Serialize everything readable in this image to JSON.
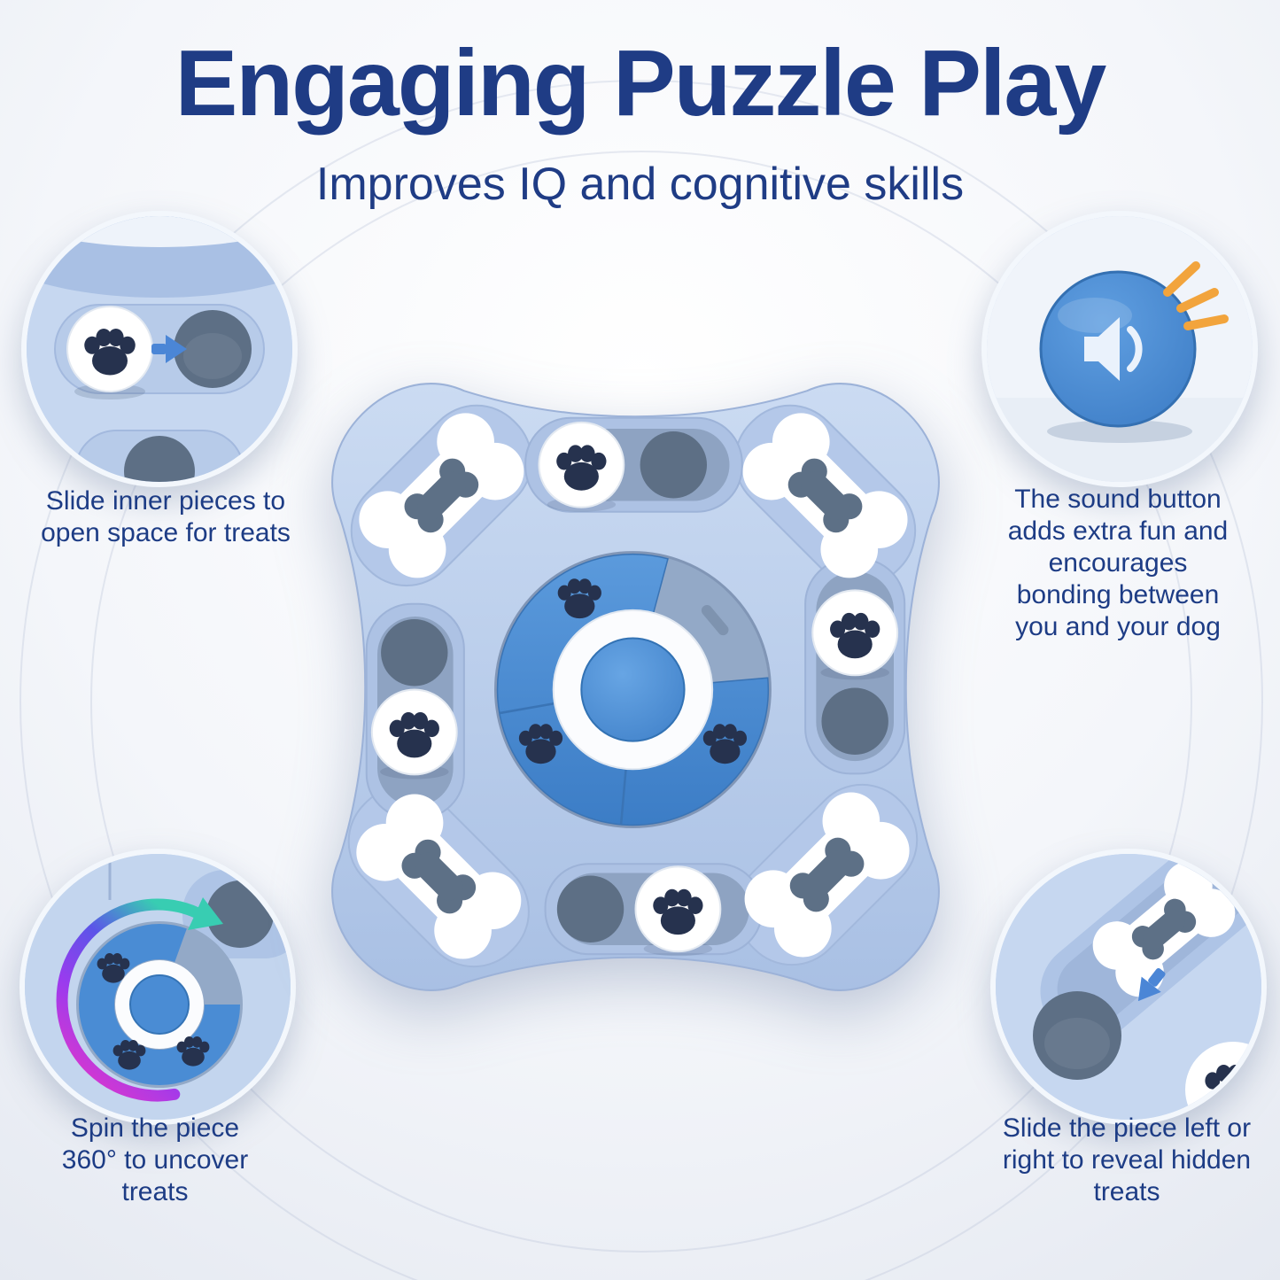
{
  "header": {
    "title": "Engaging Puzzle Play",
    "subtitle": "Improves IQ and cognitive skills"
  },
  "callouts": {
    "top_left": {
      "caption": "Slide inner pieces to open space for treats",
      "icon": "paw-slide-arrow-icon"
    },
    "top_right": {
      "caption": "The sound button adds extra fun and encourages bonding between you and your dog",
      "icon": "speaker-icon"
    },
    "bottom_left": {
      "caption": "Spin the piece 360° to uncover treats",
      "icon": "spin-arrow-icon"
    },
    "bottom_right": {
      "caption": "Slide the piece left or right to reveal hidden treats",
      "icon": "bone-slide-arrow-icon"
    }
  },
  "colors": {
    "heading": "#1f3c85",
    "caption": "#1d3c85",
    "toy_body_blue": "#b9cdec",
    "accent_blue": "#4a8cd4",
    "piece_white": "#ffffff",
    "recess_gray": "#5d6f85",
    "sound_wave_orange": "#f2a43c",
    "swirl_magenta": "#e637c8",
    "swirl_teal": "#38cdb2"
  }
}
